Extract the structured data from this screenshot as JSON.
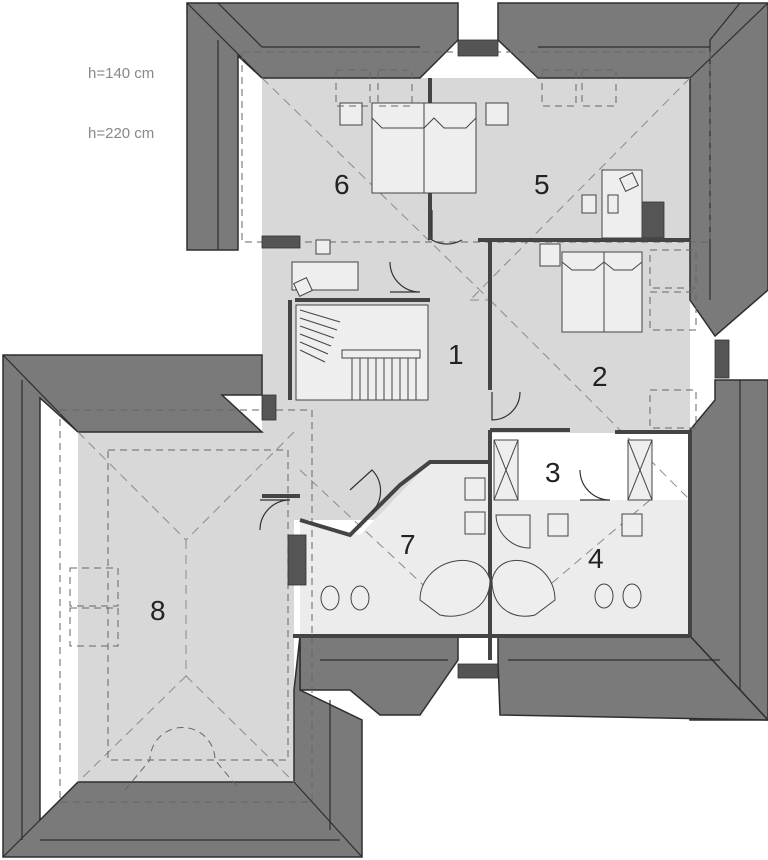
{
  "notes": {
    "height_low": "h=140 cm",
    "height_high": "h=220 cm"
  },
  "rooms": {
    "r1": "1",
    "r2": "2",
    "r3": "3",
    "r4": "4",
    "r5": "5",
    "r6": "6",
    "r7": "7",
    "r8": "8"
  },
  "colors": {
    "roof": "#7a7a7a",
    "floor": "#d8d8d8",
    "wall": "#555555"
  }
}
